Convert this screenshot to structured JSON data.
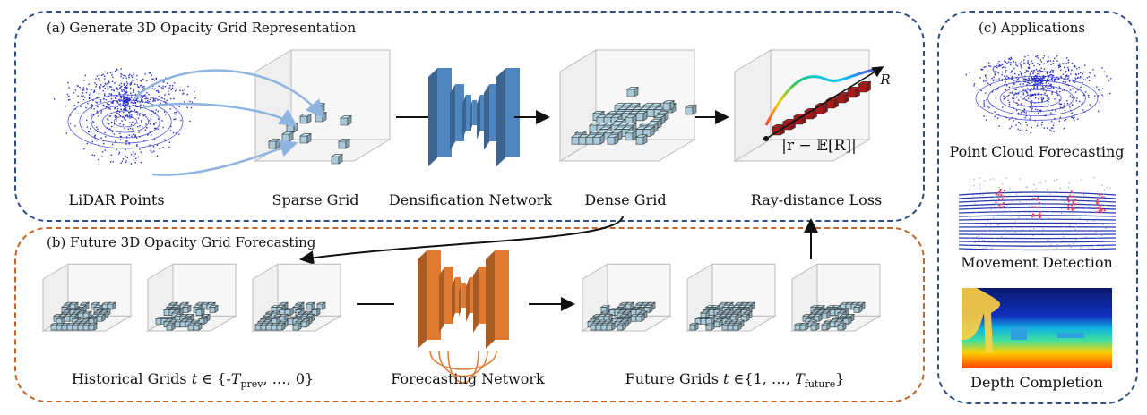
{
  "panel_a": {
    "title": "(a) Generate 3D Opacity Grid Representation",
    "labels": {
      "lidar": "LiDAR Points",
      "sparse": "Sparse Grid",
      "densify": "Densification Network",
      "dense": "Dense Grid",
      "ray": "Ray-distance Loss"
    },
    "ray_formula": "|r − 𝔼[R]|",
    "ray_R": "R"
  },
  "panel_b": {
    "title": "(b) Future 3D Opacity Grid Forecasting",
    "labels": {
      "historical_prefix": "Historical Grids ",
      "historical_t": "t",
      "historical_mid": " ∈ {-",
      "historical_T": "T",
      "historical_sub": "prev",
      "historical_suffix": ", …, 0}",
      "forecast": "Forecasting Network",
      "future_prefix": "Future Grids ",
      "future_t": "t",
      "future_mid": " ∈{1, …, ",
      "future_T": "T",
      "future_sub": "future",
      "future_suffix": "}"
    }
  },
  "panel_c": {
    "title": "(c) Applications",
    "labels": {
      "pc": "Point Cloud Forecasting",
      "movement": "Movement Detection",
      "depth": "Depth Completion"
    }
  },
  "colors": {
    "blue_border": "#2b4f86",
    "orange_border": "#c5652a",
    "network_blue": "#4f86c0",
    "network_orange": "#e07a30",
    "voxel": "#a9cbd9",
    "ray_voxel": "#a61a1a"
  }
}
